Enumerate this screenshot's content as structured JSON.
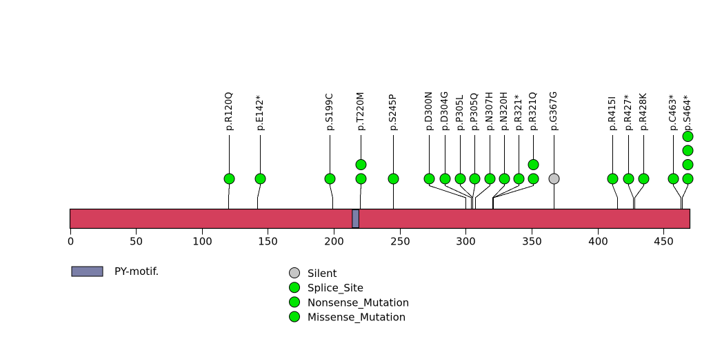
{
  "chart_data": {
    "type": "scatter",
    "chart_kind": "lollipop-mutation-diagram",
    "title": "",
    "xlabel": "",
    "ylabel": "",
    "xlim": [
      0,
      470
    ],
    "xticks": [
      0,
      50,
      100,
      150,
      200,
      250,
      300,
      350,
      400,
      450
    ],
    "xtick_labels": [
      "0",
      "50",
      "100",
      "150",
      "200",
      "250",
      "300",
      "350",
      "400",
      "450"
    ],
    "grid": false,
    "protein_length": 470,
    "protein_bar_color": "#d43f5c",
    "domains": [
      {
        "name": "PY-motif.",
        "start": 214,
        "end": 219,
        "color": "#7b7fa8"
      }
    ],
    "legend_position": "bottom",
    "mutations": [
      {
        "label": "p.R120Q",
        "position": 120,
        "count": 1,
        "type": "Missense_Mutation",
        "color": "#00e400"
      },
      {
        "label": "p.E142*",
        "position": 142,
        "count": 1,
        "type": "Nonsense_Mutation",
        "color": "#00e400"
      },
      {
        "label": "p.S199C",
        "position": 199,
        "count": 1,
        "type": "Missense_Mutation",
        "color": "#00e400"
      },
      {
        "label": "p.T220M",
        "position": 220,
        "count": 2,
        "type": "Missense_Mutation",
        "color": "#00e400"
      },
      {
        "label": "p.S245P",
        "position": 245,
        "count": 1,
        "type": "Missense_Mutation",
        "color": "#00e400"
      },
      {
        "label": "p.D300N",
        "position": 300,
        "count": 1,
        "type": "Missense_Mutation",
        "color": "#00e400"
      },
      {
        "label": "p.D304G",
        "position": 304,
        "count": 1,
        "type": "Missense_Mutation",
        "color": "#00e400"
      },
      {
        "label": "p.P305L",
        "position": 305,
        "count": 1,
        "type": "Missense_Mutation",
        "color": "#00e400"
      },
      {
        "label": "p.P305Q",
        "position": 305,
        "count": 1,
        "type": "Missense_Mutation",
        "color": "#00e400"
      },
      {
        "label": "p.N307H",
        "position": 307,
        "count": 1,
        "type": "Missense_Mutation",
        "color": "#00e400"
      },
      {
        "label": "p.N320H",
        "position": 320,
        "count": 1,
        "type": "Missense_Mutation",
        "color": "#00e400"
      },
      {
        "label": "p.R321*",
        "position": 321,
        "count": 1,
        "type": "Nonsense_Mutation",
        "color": "#00e400"
      },
      {
        "label": "p.R321Q",
        "position": 321,
        "count": 2,
        "type": "Missense_Mutation",
        "color": "#00e400"
      },
      {
        "label": "p.G367G",
        "position": 367,
        "count": 1,
        "type": "Silent",
        "color": "#c6c6c6"
      },
      {
        "label": "p.R415I",
        "position": 415,
        "count": 1,
        "type": "Missense_Mutation",
        "color": "#00e400"
      },
      {
        "label": "p.R427*",
        "position": 427,
        "count": 1,
        "type": "Nonsense_Mutation",
        "color": "#00e400"
      },
      {
        "label": "p.R428K",
        "position": 428,
        "count": 1,
        "type": "Missense_Mutation",
        "color": "#00e400"
      },
      {
        "label": "p.C463*",
        "position": 463,
        "count": 1,
        "type": "Nonsense_Mutation",
        "color": "#00e400"
      },
      {
        "label": "p.S464*",
        "position": 464,
        "count": 4,
        "type": "Nonsense_Mutation",
        "color": "#00e400"
      }
    ]
  },
  "legend": {
    "domain_entries": [
      {
        "label": "PY-motif.",
        "color": "#7b7fa8",
        "shape": "rect"
      }
    ],
    "mutation_entries": [
      {
        "label": "Silent",
        "color": "#c6c6c6",
        "shape": "circle"
      },
      {
        "label": "Splice_Site",
        "color": "#00e400",
        "shape": "circle"
      },
      {
        "label": "Nonsense_Mutation",
        "color": "#00e400",
        "shape": "circle"
      },
      {
        "label": "Missense_Mutation",
        "color": "#00e400",
        "shape": "circle"
      }
    ]
  }
}
